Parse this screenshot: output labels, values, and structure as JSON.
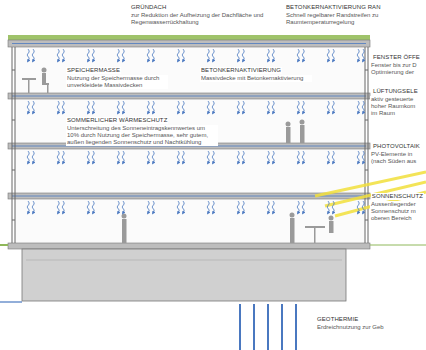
{
  "diagram": {
    "labels": [
      "GRÜNDACH",
      "zur Reduktion der Aufheizung der Dachfläche und Regenwasserrückhaltung",
      "BETONKERNAKTIVIERUNG RAN",
      "Schnell regelbarer Randstreifen zu Raumtemperaturregelung",
      "FENSTER ÖFFE",
      "Fenster bis zur D Optimierung der",
      "LÜFTUNGSELE",
      "aktiv gesteuerte hoher Raumkom im Raum",
      "PHOTOVOLTAIK",
      "PV-Elemente in (nach Süden aus",
      "SONNENSCHUTZ",
      "Aussenliegender Sonnenschutz m oberen Bereich",
      "SPEICHERMASSE",
      "Nutzung der Speichermasse durch unverkleidete Massivdecken",
      "BETONKERNAKTIVIERUNG",
      "Massivdecke mit Betonkernaktivierung",
      "SOMMERLICHER WÄRMESCHUTZ",
      "Unterschreitung des Sonneneintragskennwertes um 10% durch Nutzung der Speichermasse, sehr gutem, außen liegenden Sonnenschutz und Nachtkühlung",
      "GEOTHERMIE",
      "Erdreichnutzung zur Geb"
    ]
  }
}
